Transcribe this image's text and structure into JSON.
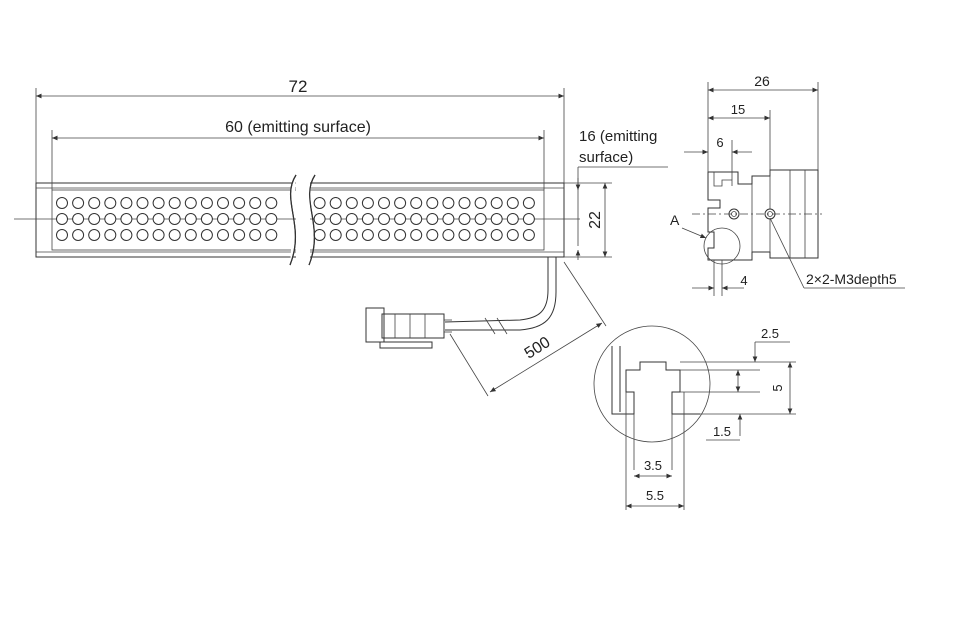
{
  "dimensions": {
    "overall_length": "72",
    "emitting_length": "60 (emitting surface)",
    "emitting_width_line1": "16 (emitting",
    "emitting_width_line2": "surface)",
    "height": "22",
    "cable_length": "500",
    "side_width": "26",
    "side_15": "15",
    "side_6": "6",
    "side_4": "4",
    "detail_label": "A",
    "mounting_note": "2×2-M3depth5",
    "detail_2_5": "2.5",
    "detail_5": "5",
    "detail_1_5": "1.5",
    "detail_3_5": "3.5",
    "detail_5_5": "5.5"
  }
}
